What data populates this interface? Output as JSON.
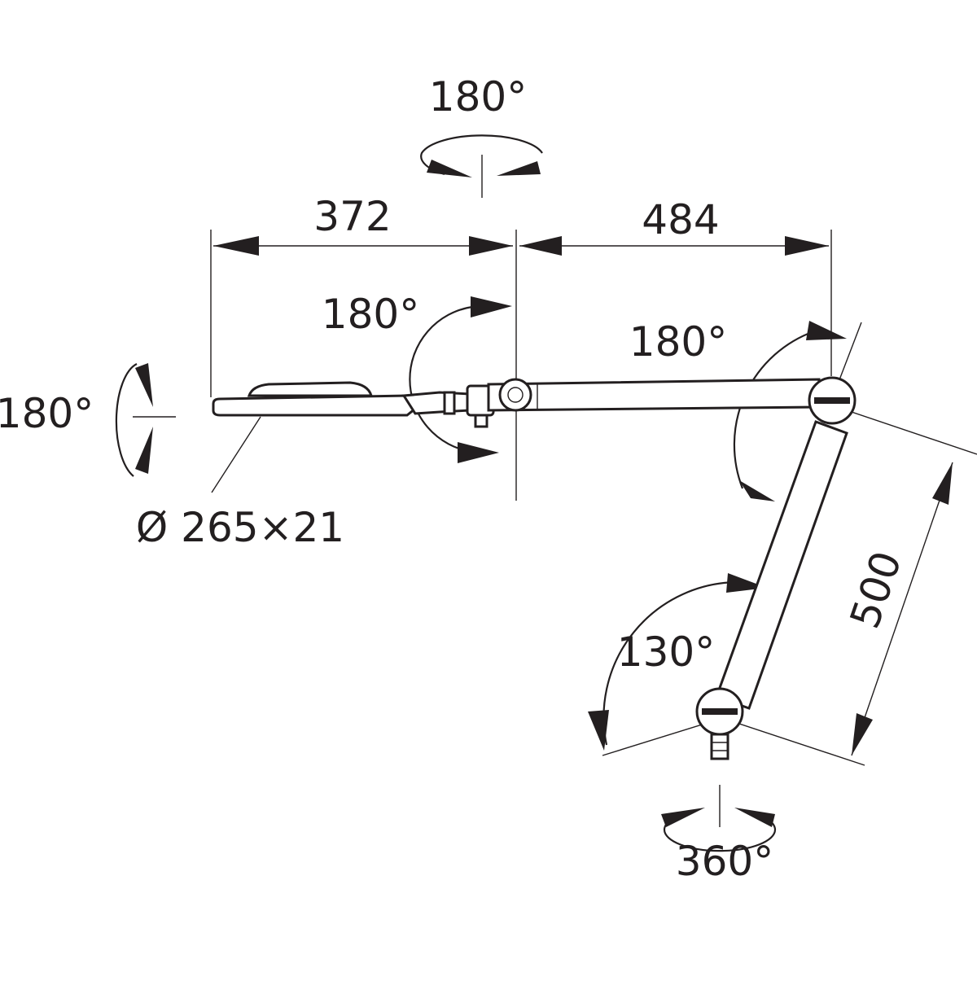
{
  "diagram": {
    "dimensions": {
      "head_arm_length": "372",
      "upper_arm_length": "484",
      "lower_arm_length": "500",
      "lamp_head_size": "Ø 265×21"
    },
    "rotations": {
      "head_top": "180°",
      "head_side": "180°",
      "head_tilt": "180°",
      "elbow": "180°",
      "lower_joint": "130°",
      "base": "360°"
    },
    "colors": {
      "line": "#231f20",
      "background": "#ffffff"
    }
  }
}
